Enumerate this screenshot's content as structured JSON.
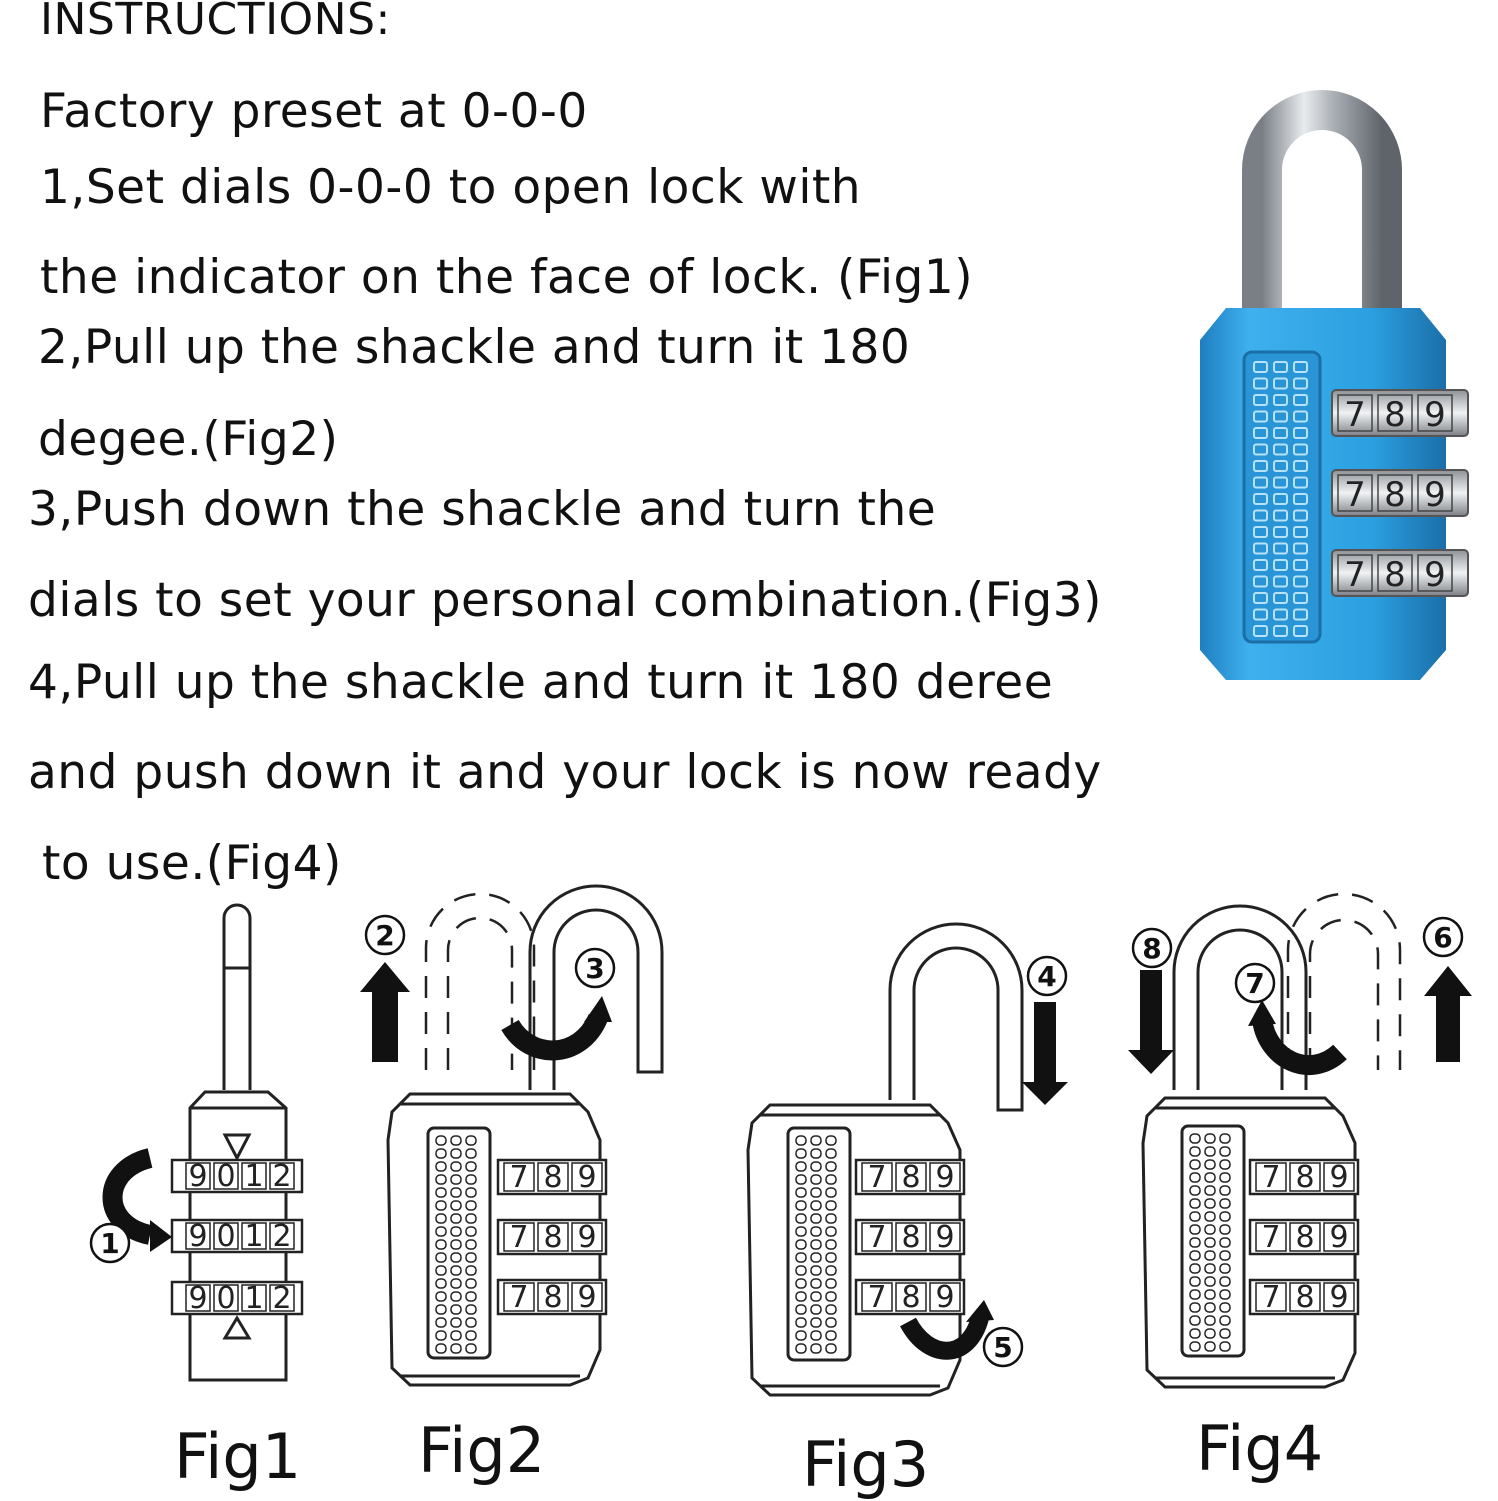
{
  "instructions": {
    "heading": "INSTRUCTIONS:",
    "lines": [
      "Factory preset at 0-0-0",
      "1,Set dials 0-0-0 to open lock with",
      "the indicator on the face of lock. (Fig1)",
      "2,Pull up the shackle and turn it 180",
      "degee.(Fig2)",
      "3,Push down the shackle and turn the",
      "dials to set your personal combination.(Fig3)",
      "4,Pull up the shackle and turn it 180 deree",
      "and push down it and your lock is now ready",
      "to use.(Fig4)"
    ]
  },
  "product": {
    "body_color": "#2b9fe0",
    "dial_digits": [
      "7",
      "8",
      "9"
    ]
  },
  "figures": {
    "labels": [
      "Fig1",
      "Fig2",
      "Fig3",
      "Fig4"
    ],
    "fig1_digits": [
      "9",
      "0",
      "1",
      "2"
    ],
    "dial_digits": [
      "7",
      "8",
      "9"
    ],
    "steps": [
      "1",
      "2",
      "3",
      "4",
      "5",
      "6",
      "7",
      "8"
    ]
  }
}
